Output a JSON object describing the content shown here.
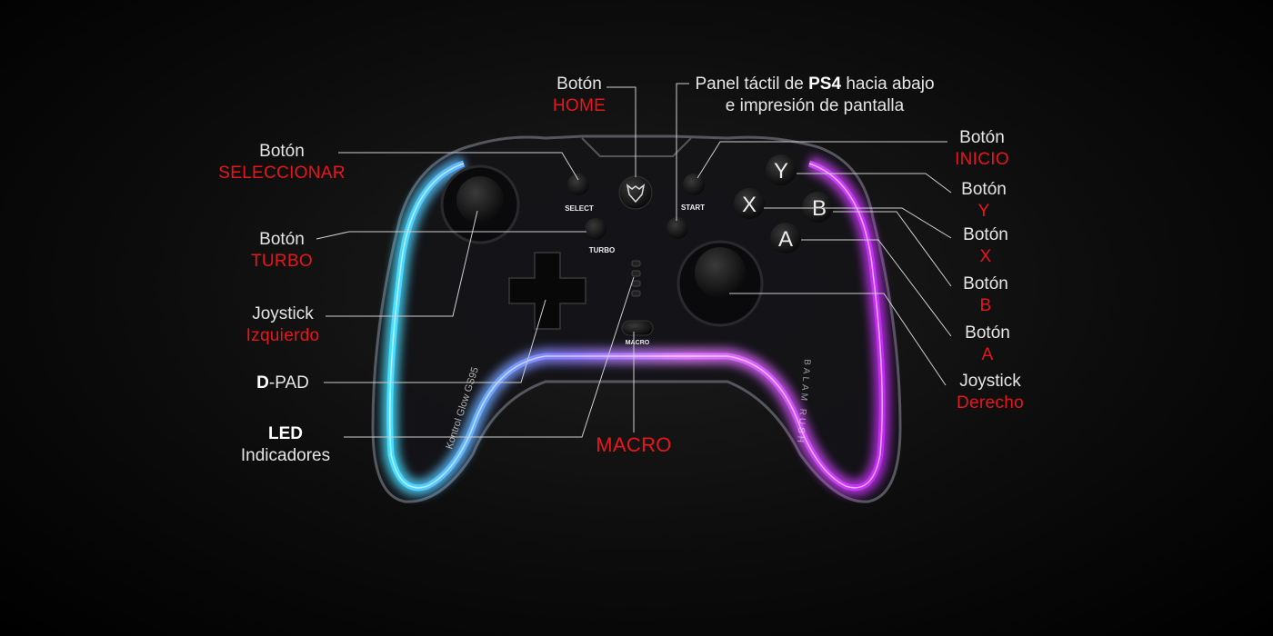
{
  "labels": {
    "home": {
      "line1": "Botón",
      "line2": "HOME"
    },
    "touchpad": {
      "line1_pre": "Panel táctil de ",
      "line1_bold": "PS4",
      "line1_post": " hacia abajo",
      "line2": "e impresión de pantalla"
    },
    "select": {
      "line1": "Botón",
      "line2": "SELECCIONAR"
    },
    "turbo": {
      "line1": "Botón",
      "line2": "TURBO"
    },
    "left_stick": {
      "line1": "Joystick",
      "line2": "Izquierdo"
    },
    "dpad": {
      "bold": "D",
      "rest": "-PAD"
    },
    "led": {
      "line1": "LED",
      "line2": "Indicadores"
    },
    "macro": {
      "line1": "MACRO"
    },
    "start": {
      "line1": "Botón",
      "line2": "INICIO"
    },
    "y": {
      "line1": "Botón",
      "line2": "Y"
    },
    "x": {
      "line1": "Botón",
      "line2": "X"
    },
    "b": {
      "line1": "Botón",
      "line2": "B"
    },
    "a": {
      "line1": "Botón",
      "line2": "A"
    },
    "right_stick": {
      "line1": "Joystick",
      "line2": "Derecho"
    }
  },
  "controller": {
    "button_select": "SELECT",
    "button_start": "START",
    "button_turbo": "TURBO",
    "button_macro": "MACRO",
    "face_y": "Y",
    "face_x": "X",
    "face_b": "B",
    "face_a": "A",
    "model_text": "Kontrol Glow GS95",
    "brand_text": "BALAM RUSH"
  },
  "colors": {
    "accent_red": "#e8161b",
    "glow_cyan": "#3fd6ff",
    "glow_magenta": "#d23cff"
  }
}
